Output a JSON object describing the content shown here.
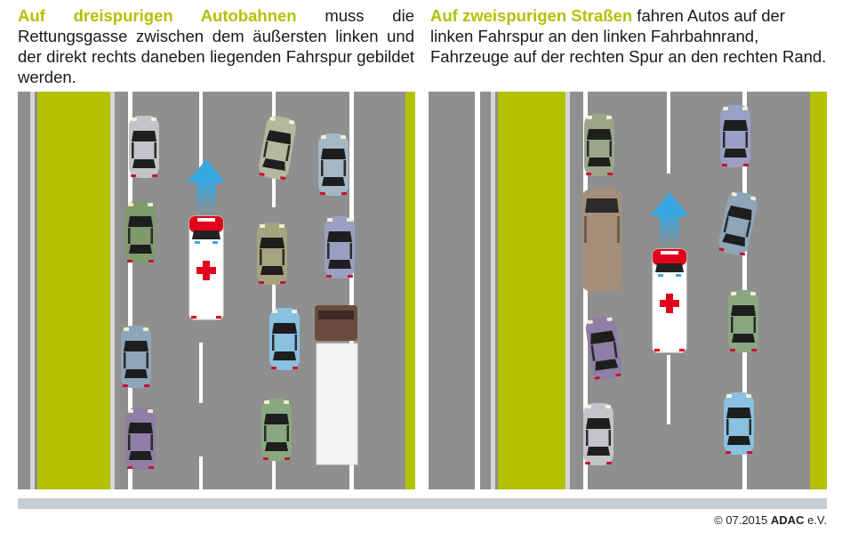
{
  "left_caption": {
    "highlight": "Auf dreispurigen Autobahnen",
    "text": " muss die Rettungsgasse zwischen dem äußersten linken und der direkt rechts daneben liegenden Fahrspur gebildet werden."
  },
  "right_caption": {
    "highlight": "Auf zweispurigen Straßen",
    "text": " fahren Autos auf der linken Fahrspur an den linken Fahrbahnrand, Fahrzeuge auf der rechten Spur an den rechten Rand."
  },
  "footer": {
    "copyright": "© 07.2015",
    "brand": "ADAC",
    "suffix": "e.V."
  },
  "colors": {
    "highlight": "#b3c100",
    "road": "#8f8f8f",
    "median": "#b3c100",
    "arrow": "#3aa8e0",
    "cross": "#e2001a"
  },
  "icons": {
    "direction": "arrow-up-icon",
    "ambulance": "red-cross-icon"
  }
}
